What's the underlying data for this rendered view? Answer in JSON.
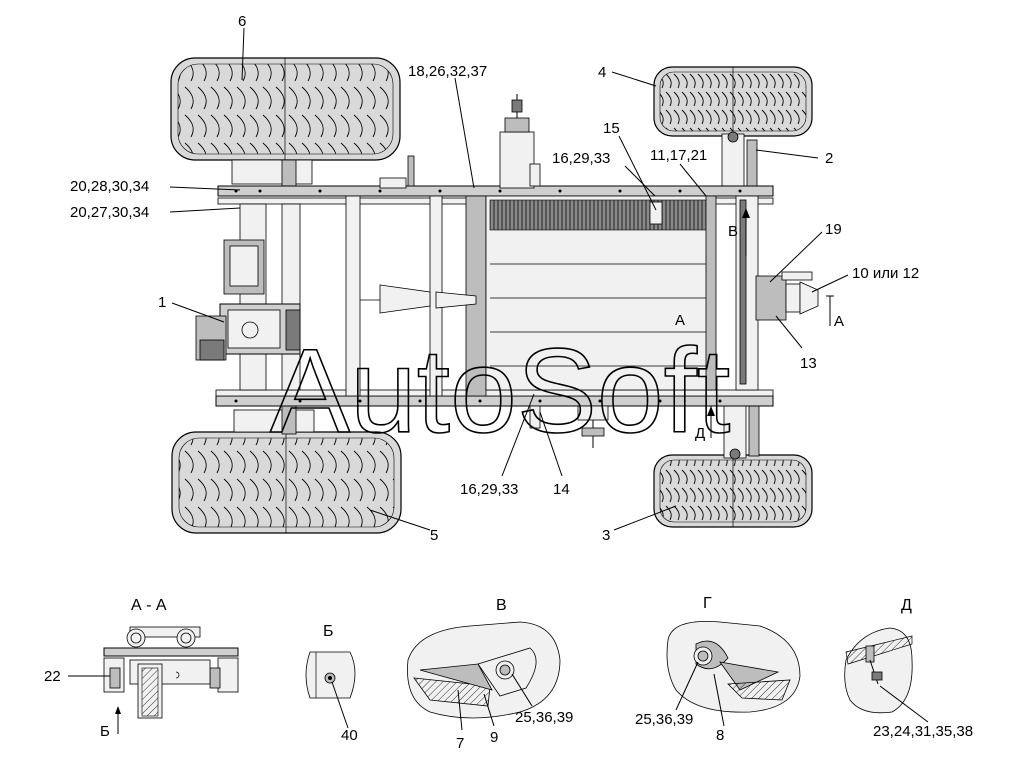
{
  "diagram": {
    "watermark": "AutoSoft",
    "main_callouts": [
      {
        "id": "6",
        "text": "6"
      },
      {
        "id": "18_26_32_37",
        "text": "18,26,32,37"
      },
      {
        "id": "4",
        "text": "4"
      },
      {
        "id": "15",
        "text": "15"
      },
      {
        "id": "16_29_33_top",
        "text": "16,29,33"
      },
      {
        "id": "11_17_21",
        "text": "11,17,21"
      },
      {
        "id": "2",
        "text": "2"
      },
      {
        "id": "20_28_30_34",
        "text": "20,28,30,34"
      },
      {
        "id": "20_27_30_34",
        "text": "20,27,30,34"
      },
      {
        "id": "19",
        "text": "19"
      },
      {
        "id": "10_or_12",
        "text": "10 или 12"
      },
      {
        "id": "1",
        "text": "1"
      },
      {
        "id": "13",
        "text": "13"
      },
      {
        "id": "16_29_33_bottom",
        "text": "16,29,33"
      },
      {
        "id": "14",
        "text": "14"
      },
      {
        "id": "5",
        "text": "5"
      },
      {
        "id": "3",
        "text": "3"
      }
    ],
    "view_markers": {
      "v_letter": "В",
      "a_letter_frame": "А",
      "a_letter_right": "А",
      "d_letter": "Д"
    },
    "details": {
      "section_aa": {
        "title": "А - А",
        "callout": "22",
        "arrow_letter": "Б"
      },
      "view_b": {
        "title": "Б",
        "callout": "40"
      },
      "view_v": {
        "title": "В",
        "callout_a": "7",
        "callout_b": "9",
        "callout_c": "25,36,39"
      },
      "view_g": {
        "title": "Г",
        "callout_a": "25,36,39",
        "callout_b": "8"
      },
      "view_d": {
        "title": "Д",
        "callout": "23,24,31,35,38"
      }
    }
  }
}
